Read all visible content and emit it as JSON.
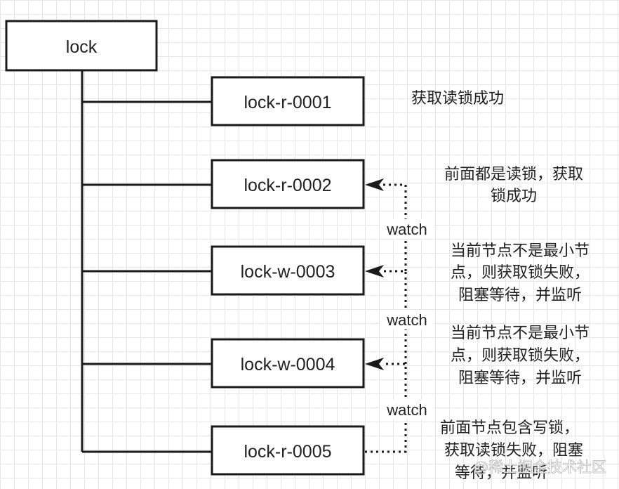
{
  "root": {
    "label": "lock"
  },
  "nodes": [
    {
      "label": "lock-r-0001",
      "note": [
        "获取读锁成功"
      ]
    },
    {
      "label": "lock-r-0002",
      "note": [
        "前面都是读锁，获取",
        "锁成功"
      ]
    },
    {
      "label": "lock-w-0003",
      "note": [
        "当前节点不是最小节",
        "点，则获取锁失败，",
        "阻塞等待，并监听"
      ]
    },
    {
      "label": "lock-w-0004",
      "note": [
        "当前节点不是最小节",
        "点，则获取锁失败，",
        "阻塞等待，并监听"
      ]
    },
    {
      "label": "lock-r-0005",
      "note": [
        "前面节点包含写锁，",
        "获取读锁失败，阻塞",
        "等待，并监听"
      ]
    }
  ],
  "watch_label": "watch",
  "watermark": "@稀土掘金技术社区",
  "colors": {
    "line": "#1a1a1a",
    "text": "#222222",
    "grid": "#e6e6e6"
  }
}
